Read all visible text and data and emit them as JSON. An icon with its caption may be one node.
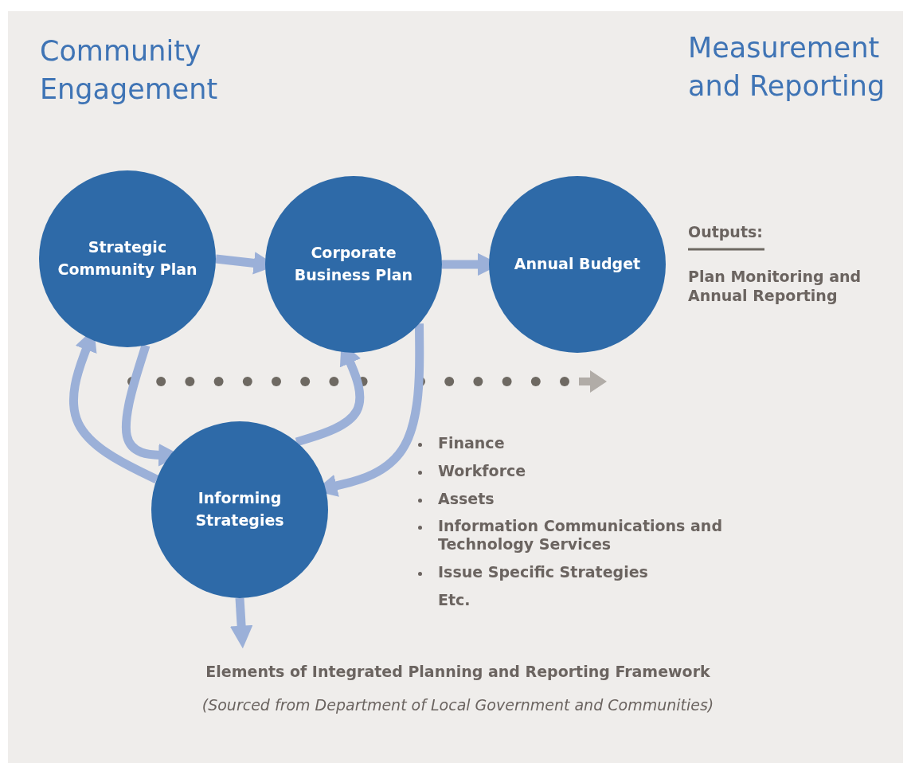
{
  "diagram": {
    "caption": "Elements of Integrated Planning and Reporting Framework",
    "nodes": [
      {
        "text": [
          "Strategic Community Plan"
        ]
      },
      {
        "text": [
          "Corporate Business Plan"
        ]
      },
      {
        "text": [
          "Annual Budget"
        ]
      },
      {
        "text": [
          "Informing Strategies"
        ]
      }
    ],
    "edges": [
      {
        "from": 0,
        "to": 1,
        "arrow": "to"
      },
      {
        "from": 1,
        "to": 2,
        "arrow": "to"
      },
      {
        "from": 3,
        "to": 0,
        "arrow": "to"
      },
      {
        "from": 0,
        "to": 3,
        "arrow": "to"
      },
      {
        "from": 3,
        "to": 1,
        "arrow": "to"
      },
      {
        "from": 1,
        "to": 3,
        "arrow": "to"
      },
      {
        "from": 3,
        "to": null,
        "arrow": "to"
      }
    ],
    "labels": [
      "Community Engagement",
      "Measurement and Reporting",
      "Outputs:",
      "Plan Monitoring and Annual Reporting",
      "Finance",
      "Workforce",
      "Assets",
      "Information Communications and Technology Services",
      "Issue Specific Strategies",
      "Etc.",
      "(Sourced from Department of Local Government and Communities)"
    ]
  }
}
